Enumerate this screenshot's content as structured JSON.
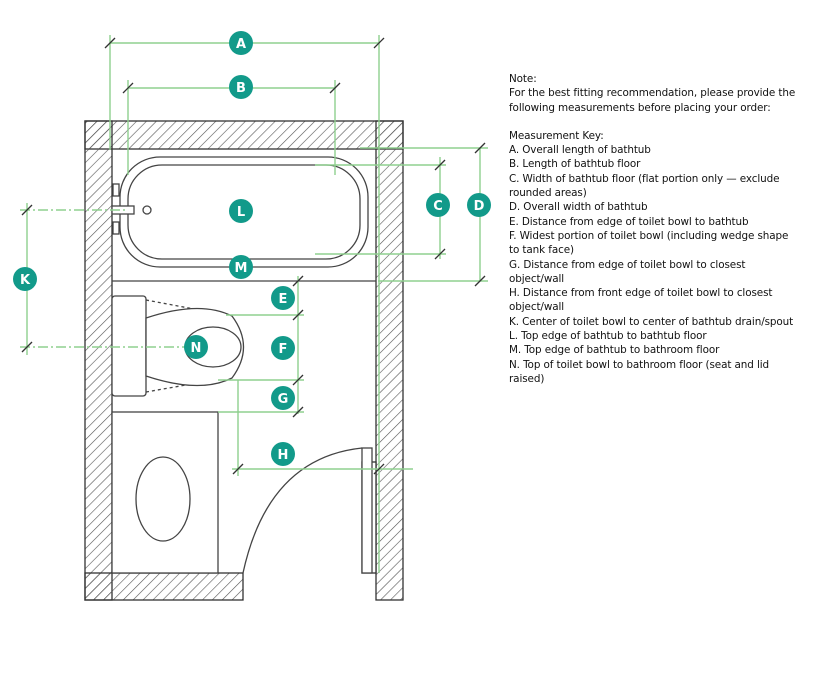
{
  "note": {
    "heading": "Note:",
    "intro": "For the best fitting recommendation, please provide the following measurements before placing your order:",
    "key_heading": "Measurement Key:",
    "items": [
      "A. Overall length of bathtub",
      "B. Length of bathtub floor",
      "C. Width of bathtub floor (flat portion only — exclude rounded areas)",
      "D. Overall width of bathtub",
      "E. Distance from edge of toilet bowl to bathtub",
      "F. Widest portion of toilet bowl (including wedge shape to tank face)",
      "G. Distance from edge of toilet bowl to closest object/wall",
      "H. Distance from front edge of toilet bowl to closest object/wall",
      "K. Center of toilet bowl to center of bathtub drain/spout",
      "L. Top edge of bathtub to bathtub floor",
      "M. Top edge of bathtub to bathroom floor",
      "N. Top of toilet bowl to bathroom floor (seat and lid raised)"
    ]
  },
  "labels": {
    "A": "A",
    "B": "B",
    "C": "C",
    "D": "D",
    "E": "E",
    "F": "F",
    "G": "G",
    "H": "H",
    "K": "K",
    "L": "L",
    "M": "M",
    "N": "N"
  },
  "colors": {
    "badge": "#129a8a",
    "dimension_line": "#8fd08f",
    "wall_outline": "#333333",
    "fixture_outline": "#444444"
  }
}
